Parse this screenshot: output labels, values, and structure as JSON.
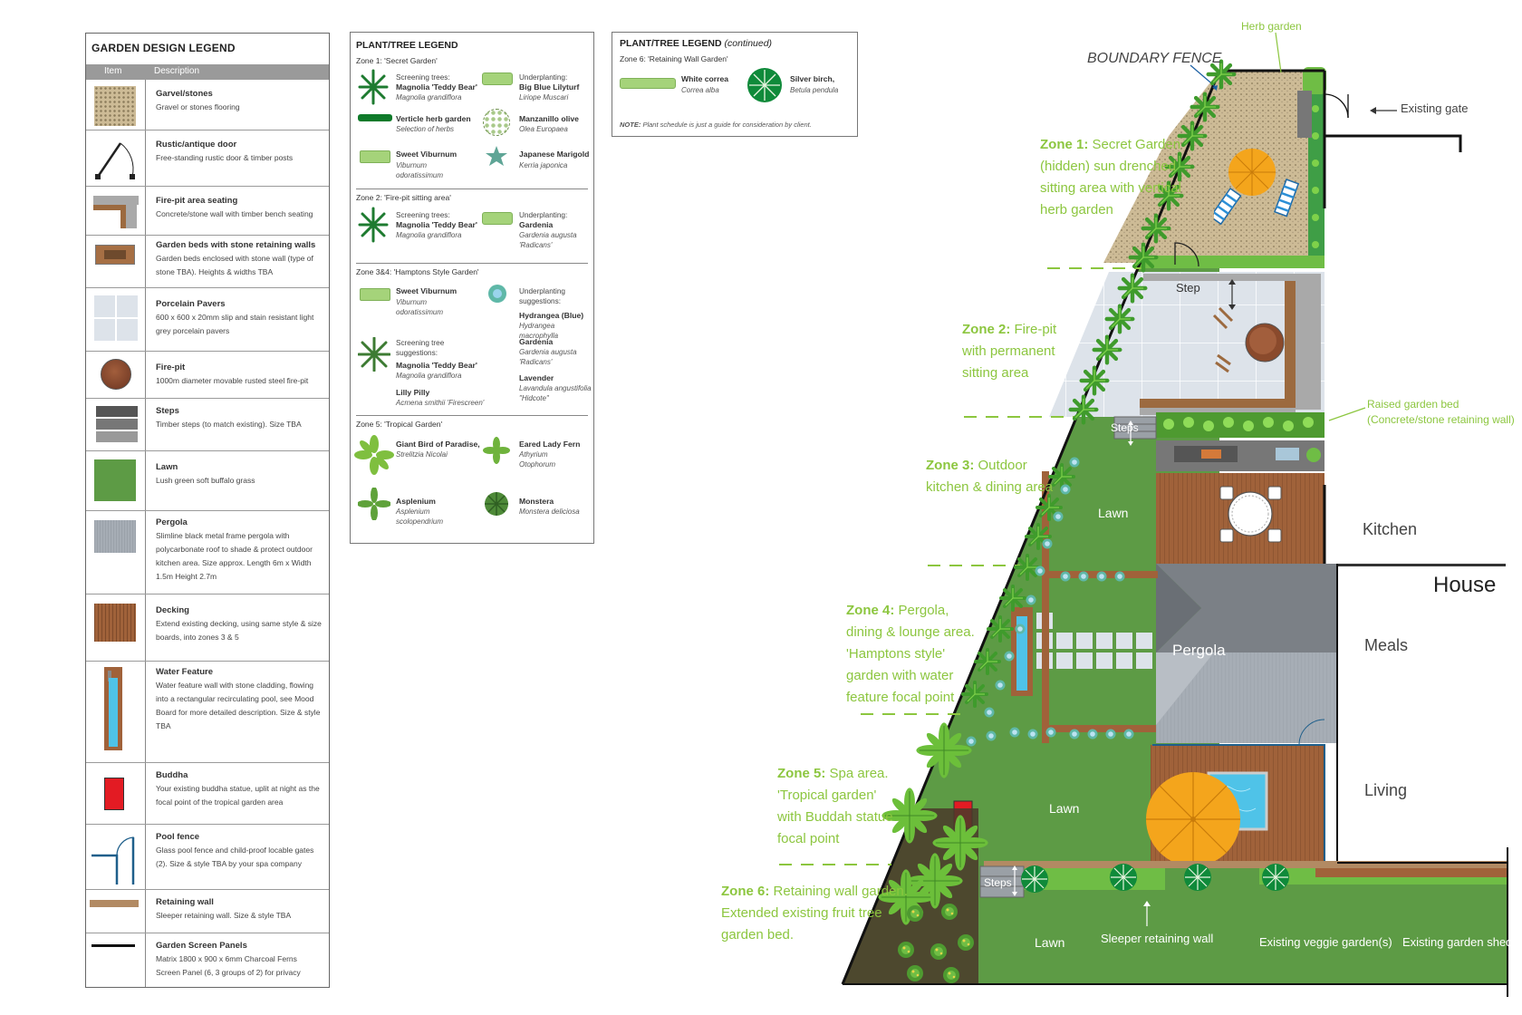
{
  "design_legend": {
    "title": "GARDEN DESIGN LEGEND",
    "col_item": "Item",
    "col_description": "Description",
    "items": [
      {
        "name": "Garvel/stones",
        "desc": "Gravel or stones flooring"
      },
      {
        "name": "Rustic/antique door",
        "desc": "Free-standing rustic door & timber posts"
      },
      {
        "name": "Fire-pit area seating",
        "desc": "Concrete/stone wall with timber bench seating"
      },
      {
        "name": "Garden beds with stone retaining walls",
        "desc": "Garden beds enclosed with stone wall (type of stone TBA). Heights & widths TBA"
      },
      {
        "name": "Porcelain Pavers",
        "desc": "600 x 600 x 20mm slip and stain resistant light grey porcelain pavers"
      },
      {
        "name": "Fire-pit",
        "desc": "1000m diameter movable rusted steel fire-pit"
      },
      {
        "name": "Steps",
        "desc": "Timber steps (to match existing). Size TBA"
      },
      {
        "name": "Lawn",
        "desc": "Lush green soft buffalo grass"
      },
      {
        "name": "Pergola",
        "desc": "Slimline black metal frame pergola with polycarbonate roof to shade & protect outdoor kitchen area. Size approx. Length 6m x Width 1.5m Height 2.7m"
      },
      {
        "name": "Decking",
        "desc": "Extend existing decking, using same style & size boards, into zones 3 & 5"
      },
      {
        "name": "Water Feature",
        "desc": "Water feature wall with stone cladding, flowing into a rectangular recirculating pool, see Mood Board for more detailed description. Size & style TBA"
      },
      {
        "name": "Buddha",
        "desc": "Your existing buddha statue, uplit at night as the focal point of the tropical garden area"
      },
      {
        "name": "Pool fence",
        "desc": "Glass pool fence and child-proof locable gates (2). Size & style TBA by your spa company"
      },
      {
        "name": "Retaining wall",
        "desc": "Sleeper retaining wall. Size & style TBA"
      },
      {
        "name": "Garden Screen Panels",
        "desc": "Matrix 1800 x 900 x 6mm Charcoal Ferns Screen Panel (6, 3 groups of 2) for privacy"
      }
    ]
  },
  "plant_legend": {
    "title": "PLANT/TREE LEGEND",
    "zone1": {
      "label": "Zone 1: 'Secret Garden'",
      "screening_label": "Screening trees:",
      "screening_name": "Magnolia 'Teddy Bear'",
      "screening_latin": "Magnolia grandiflora",
      "under_label": "Underplanting:",
      "under_name": "Big Blue Lilyturf",
      "under_latin": "Liriope Muscari",
      "herb_name": "Verticle herb garden",
      "herb_latin": "Selection of herbs",
      "olive_name": "Manzanillo olive",
      "olive_latin": "Olea Europaea",
      "viburnum_name": "Sweet Viburnum",
      "viburnum_latin1": "Viburnum",
      "viburnum_latin2": "odoratissimum",
      "marigold_name": "Japanese Marigold",
      "marigold_latin": "Kerria japonica"
    },
    "zone2": {
      "label": "Zone 2: 'Fire-pit sitting area'",
      "screening_label": "Screening trees:",
      "screening_name": "Magnolia 'Teddy Bear'",
      "screening_latin": "Magnolia grandiflora",
      "under_label": "Underplanting:",
      "under_name": "Gardenia",
      "under_latin1": "Gardenia augusta",
      "under_latin2": "'Radicans'"
    },
    "zone34": {
      "label": "Zone 3&4: 'Hamptons Style Garden'",
      "viburnum_name": "Sweet Viburnum",
      "viburnum_latin1": "Viburnum",
      "viburnum_latin2": "odoratissimum",
      "under_label1": "Underplanting",
      "under_label2": "suggestions:",
      "hydrangea_name": "Hydrangea (Blue)",
      "hydrangea_latin": "Hydrangea macrophylla",
      "gardenia_name": "Gardenia",
      "gardenia_latin1": "Gardenia augusta",
      "gardenia_latin2": "'Radicans'",
      "lavender_name": "Lavender",
      "lavender_latin1": "Lavandula angustifolia",
      "lavender_latin2": "\"Hidcote\"",
      "screen_label1": "Screening tree",
      "screen_label2": "suggestions:",
      "magnolia_name": "Magnolia 'Teddy Bear'",
      "magnolia_latin": "Magnolia grandiflora",
      "lilly_name": "Lilly Pilly",
      "lilly_latin": "Acmena smithii 'Firescreen'"
    },
    "zone5": {
      "label": "Zone 5: 'Tropical Garden'",
      "bird_name": "Giant Bird of Paradise,",
      "bird_latin": "Strelitzia Nicolai",
      "fern_name": "Eared Lady Fern",
      "fern_latin1": "Athyrium",
      "fern_latin2": "Otophorum",
      "asplenium_name": "Asplenium",
      "asplenium_latin1": "Asplenium",
      "asplenium_latin2": "scolopendrium",
      "monstera_name": "Monstera",
      "monstera_latin": "Monstera deliciosa"
    }
  },
  "plant_legend_cont": {
    "title": "PLANT/TREE LEGEND",
    "title_suffix": "(continued)",
    "zone6_label": "Zone 6: 'Retaining Wall Garden'",
    "correa_name": "White correa",
    "correa_latin": "Correa alba",
    "birch_name": "Silver birch,",
    "birch_latin": "Betula pendula",
    "note_bold": "NOTE:",
    "note_text": "Plant schedule is just a guide for consideration by client."
  },
  "plan": {
    "herb_garden": "Herb garden",
    "boundary_fence": "BOUNDARY FENCE",
    "existing_gate": "Existing gate",
    "zone1_head": "Zone 1:",
    "zone1_l1": "Secret Garden",
    "zone1_l2": "(hidden) sun drenched",
    "zone1_l3": "sitting area with vertical",
    "zone1_l4": "herb garden",
    "zone2_head": "Zone 2:",
    "zone2_l1": "Fire-pit",
    "zone2_l2": "with permanent",
    "zone2_l3": "sitting area",
    "zone3_head": "Zone 3:",
    "zone3_l1": "Outdoor",
    "zone3_l2": "kitchen & dining area",
    "zone4_head": "Zone 4:",
    "zone4_l1": "Pergola,",
    "zone4_l2": "dining & lounge area.",
    "zone4_l3": "'Hamptons style'",
    "zone4_l4": "garden with water",
    "zone4_l5": "feature focal point",
    "zone5_head": "Zone 5:",
    "zone5_l1": "Spa area.",
    "zone5_l2": "'Tropical garden'",
    "zone5_l3": "with Buddah statue",
    "zone5_l4": "focal point",
    "zone6_head": "Zone 6:",
    "zone6_l1": "Retaining wall garden.",
    "zone6_l2": "Extended  existing fruit tree",
    "zone6_l3": "garden bed.",
    "raised_bed_l1": "Raised garden bed",
    "raised_bed_l2": "(Concrete/stone retaining wall)",
    "step": "Step",
    "steps_upper": "Steps",
    "steps_lower": "Steps",
    "lawn_upper": "Lawn",
    "lawn_middle": "Lawn",
    "lawn_bottom": "Lawn",
    "pergola": "Pergola",
    "sleeper_wall": "Sleeper retaining wall",
    "veggie": "Existing veggie garden(s)",
    "shed": "Existing garden shed",
    "kitchen": "Kitchen",
    "house": "House",
    "meals": "Meals",
    "living": "Living"
  },
  "colors": {
    "zone_green": "#8cc63f",
    "lawn": "#5d9b45",
    "deck": "#a0623a",
    "pavers": "#dde3ea",
    "pergola_dark": "#7b8086",
    "pergola_light": "#a6adb5",
    "spa": "#4fc3e8",
    "umbrella": "#f4a51c",
    "buddha": "#e31b23"
  }
}
